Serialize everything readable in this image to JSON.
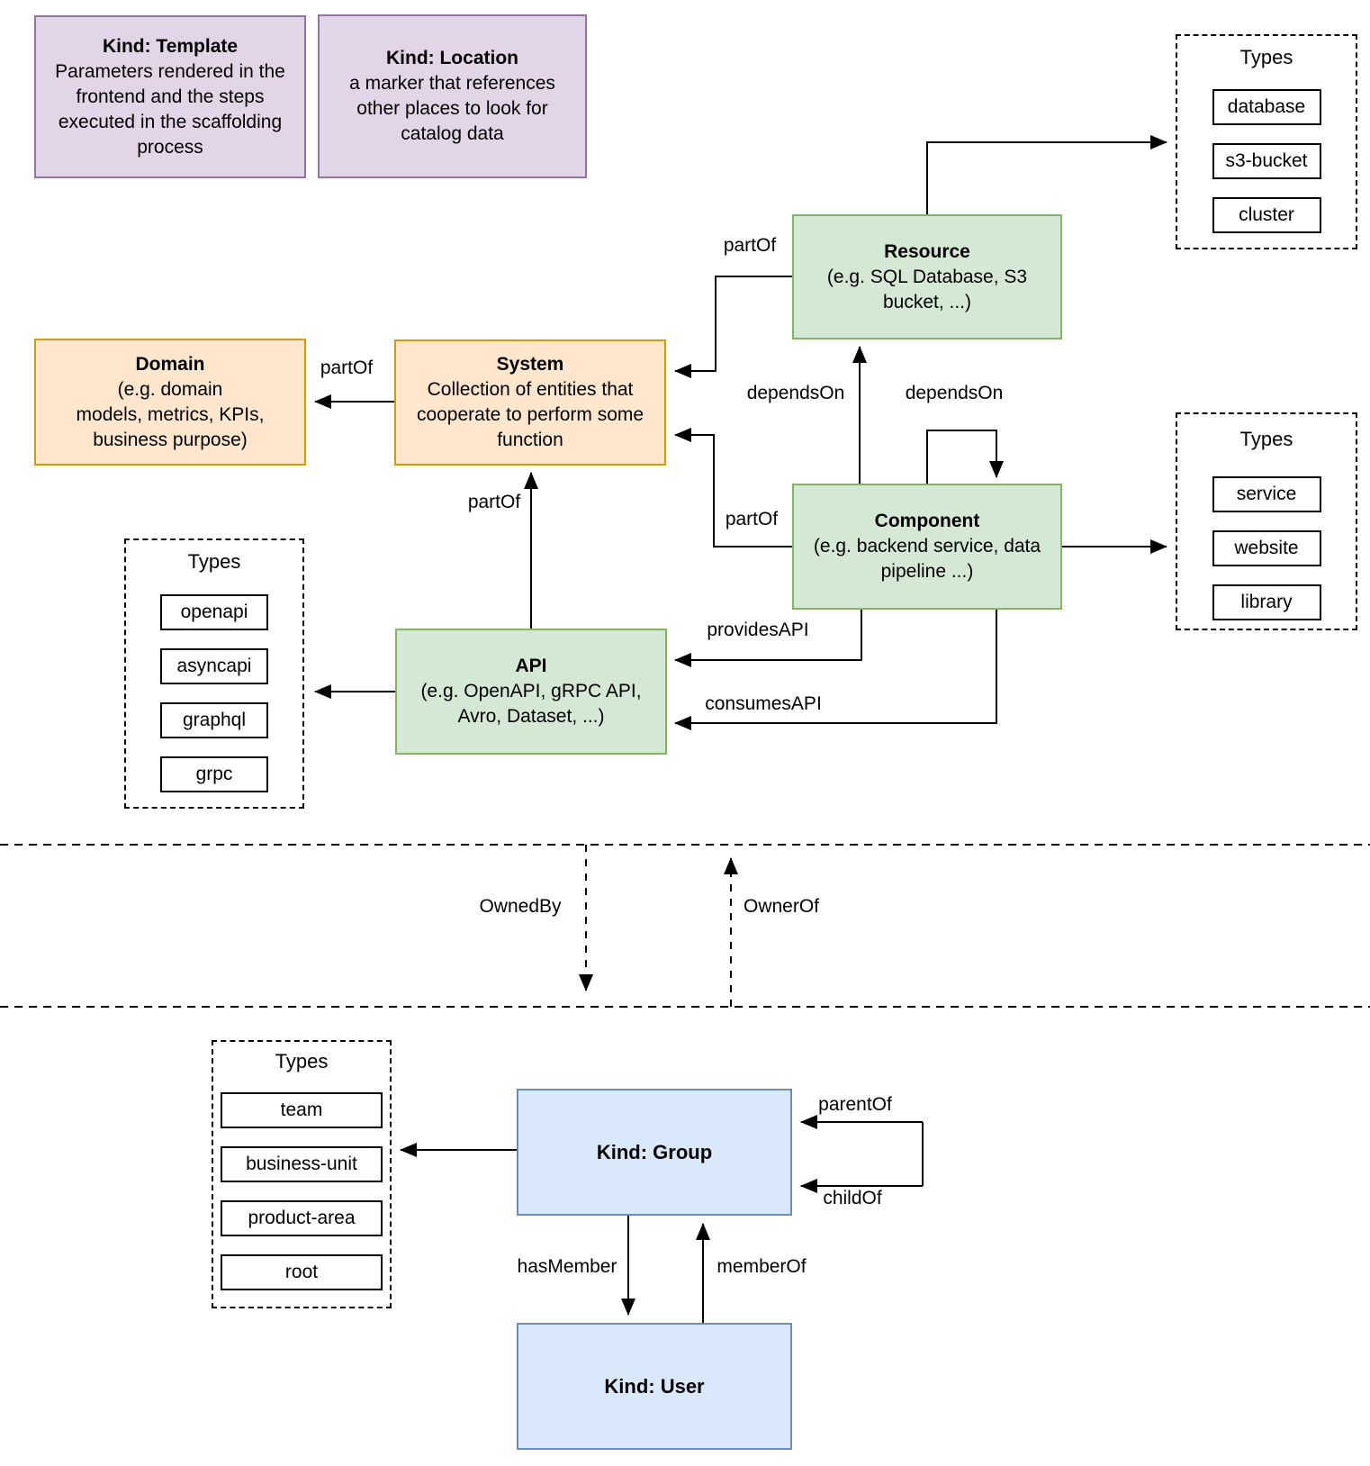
{
  "diagram": {
    "kind": "software-catalog-entity-model",
    "background": "#ffffff",
    "palette": {
      "purple_fill": "#e1d5e7",
      "purple_border": "#9673a6",
      "green_fill": "#d5e8d4",
      "green_border": "#82b366",
      "orange_fill": "#ffe6cc",
      "orange_border": "#d79b00",
      "blue_fill": "#dae8fc",
      "blue_border": "#6c8ebf",
      "line_color": "#000000"
    }
  },
  "nodes": {
    "template": {
      "title": "Kind: Template",
      "description": "Parameters rendered in the frontend and the steps executed in  the scaffolding process"
    },
    "location": {
      "title": "Kind: Location",
      "description": "a marker that references other places to look for catalog data"
    },
    "resource": {
      "title": "Resource",
      "description": "(e.g. SQL Database, S3 bucket, ...)"
    },
    "domain": {
      "title": "Domain",
      "description": "(e.g.  domain\nmodels, metrics, KPIs,\nbusiness purpose)"
    },
    "system": {
      "title": "System",
      "description": "Collection of entities that cooperate to perform some function"
    },
    "component": {
      "title": "Component",
      "description": "(e.g. backend service, data pipeline ...)"
    },
    "api": {
      "title": "API",
      "description": "(e.g. OpenAPI, gRPC API, Avro, Dataset, ...)"
    },
    "group": {
      "title": "Kind: Group"
    },
    "user": {
      "title": "Kind: User"
    }
  },
  "type_panels": {
    "resource_types": {
      "title": "Types",
      "items": [
        "database",
        "s3-bucket",
        "cluster"
      ]
    },
    "component_types": {
      "title": "Types",
      "items": [
        "service",
        "website",
        "library"
      ]
    },
    "api_types": {
      "title": "Types",
      "items": [
        "openapi",
        "asyncapi",
        "graphql",
        "grpc"
      ]
    },
    "group_types": {
      "title": "Types",
      "items": [
        "team",
        "business-unit",
        "product-area",
        "root"
      ]
    }
  },
  "edge_labels": {
    "partof_resource_system": "partOf",
    "partof_system_domain": "partOf",
    "partof_component_system": "partOf",
    "partof_api_system": "partOf",
    "dependson_resource": "dependsOn",
    "dependson_self": "dependsOn",
    "provides_api": "providesAPI",
    "consumes_api": "consumesAPI",
    "owned_by": "OwnedBy",
    "owner_of": "OwnerOf",
    "parent_of": "parentOf",
    "child_of": "childOf",
    "has_member": "hasMember",
    "member_of": "memberOf"
  }
}
